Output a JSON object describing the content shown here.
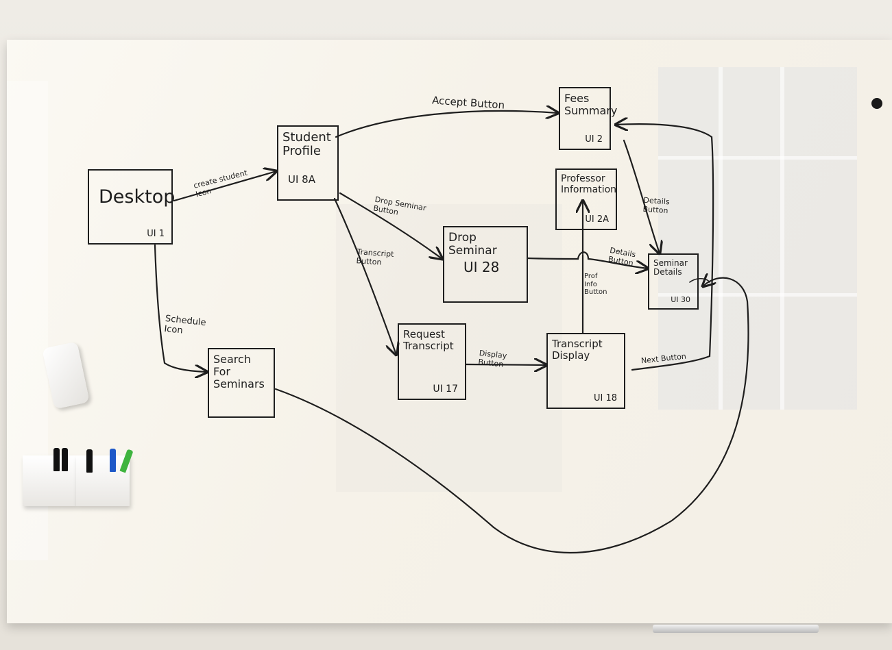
{
  "nodes": {
    "desktop": {
      "title": "Desktop",
      "id": "UI 1"
    },
    "student_profile": {
      "title": "Student\nProfile",
      "id": "UI 8A"
    },
    "fees_summary": {
      "title": "Fees\nSummary",
      "id": "UI 2"
    },
    "professor_information": {
      "title": "Professor\nInformation",
      "id": "UI 2A"
    },
    "drop_seminar": {
      "title": "Drop Seminar",
      "id": "UI 28"
    },
    "seminar_details": {
      "title": "Seminar\nDetails",
      "id": "UI 30"
    },
    "request_transcript": {
      "title": "Request\nTranscript",
      "id": "UI 17"
    },
    "transcript_display": {
      "title": "Transcript\nDisplay",
      "id": "UI 18"
    },
    "search_for_seminars": {
      "title": "Search\nFor\nSeminars",
      "id": ""
    }
  },
  "edge_labels": {
    "create_student_icon": "create student\nIcon",
    "accept_button": "Accept Button",
    "drop_seminar_button": "Drop Seminar\nButton",
    "transcript_button": "Transcript\nButton",
    "details_button_top": "Details\nButton",
    "details_button_mid": "Details\nButton",
    "prof_info_button": "Prof\nInfo\nButton",
    "schedule_icon": "Schedule\nIcon",
    "display_button": "Display\nButton",
    "next_button": "Next Button"
  },
  "colors": {
    "ink": "#1e1e1e",
    "board": "#f7f4ec",
    "marker_black": "#111111",
    "marker_blue": "#1d58c8",
    "marker_green": "#3fb43f",
    "marker_red": "#d62d2d"
  }
}
